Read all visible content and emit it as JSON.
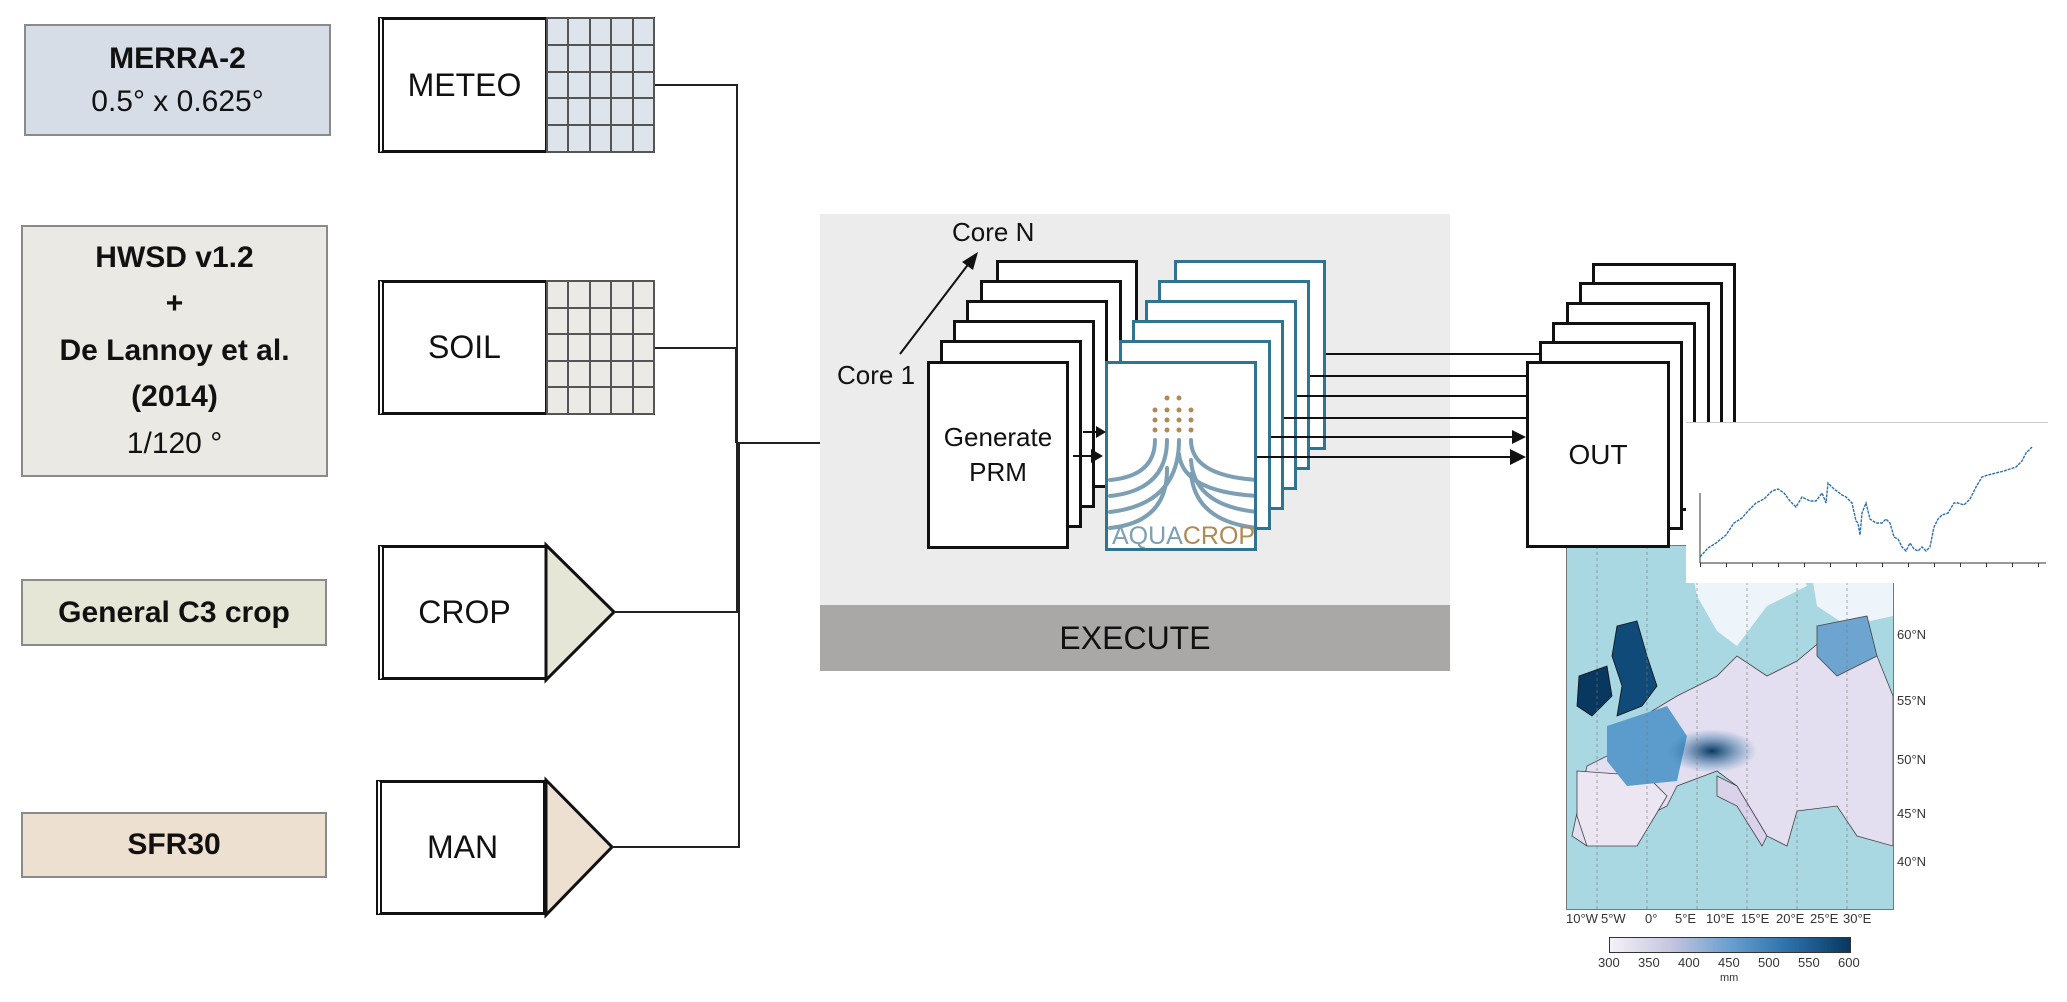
{
  "sources": [
    {
      "id": "merra",
      "title": "MERRA-2",
      "subtitle": "0.5° x 0.625°",
      "color": "#d6dde6"
    },
    {
      "id": "hwsd",
      "title_lines": [
        "HWSD v1.2",
        "+",
        "De Lannoy et al.",
        "(2014)"
      ],
      "subtitle": "1/120 °",
      "color": "#ebe9e4"
    },
    {
      "id": "crop",
      "title": "General C3 crop",
      "color": "#e6e6d6"
    },
    {
      "id": "sfr",
      "title": "SFR30",
      "color": "#eee0d1"
    }
  ],
  "modules": [
    {
      "id": "meteo",
      "label": "METEO",
      "shape": "grid",
      "fill": "#dde4ec"
    },
    {
      "id": "soil",
      "label": "SOIL",
      "shape": "grid",
      "fill": "#ebeae6"
    },
    {
      "id": "crop",
      "label": "CROP",
      "shape": "triangle",
      "fill": "#e6e6d6"
    },
    {
      "id": "man",
      "label": "MAN",
      "shape": "triangle",
      "fill": "#eee0d1"
    }
  ],
  "execute": {
    "label": "EXECUTE",
    "core_first": "Core 1",
    "core_last": "Core N",
    "generate_label_lines": [
      "Generate",
      "PRM"
    ],
    "logo_part1": "AQUA",
    "logo_part2": "CROP",
    "logo_color1": "#7d9fb3",
    "logo_color2": "#b08a55",
    "stack_count": 6
  },
  "output": {
    "label": "OUT",
    "stack_count": 6
  },
  "map": {
    "lon_labels": [
      "10°W",
      "5°W",
      "0°",
      "5°E",
      "10°E",
      "15°E",
      "20°E",
      "25°E",
      "30°E"
    ],
    "lat_labels": [
      "60°N",
      "55°N",
      "50°N",
      "45°N",
      "40°N"
    ],
    "colorbar_ticks": [
      "300",
      "350",
      "400",
      "450",
      "500",
      "550",
      "600"
    ],
    "colorbar_unit": "mm",
    "colorbar_colors": [
      "#f4f1f7",
      "#08385f"
    ]
  },
  "timeseries": {
    "line_color": "#2e6fb0"
  }
}
